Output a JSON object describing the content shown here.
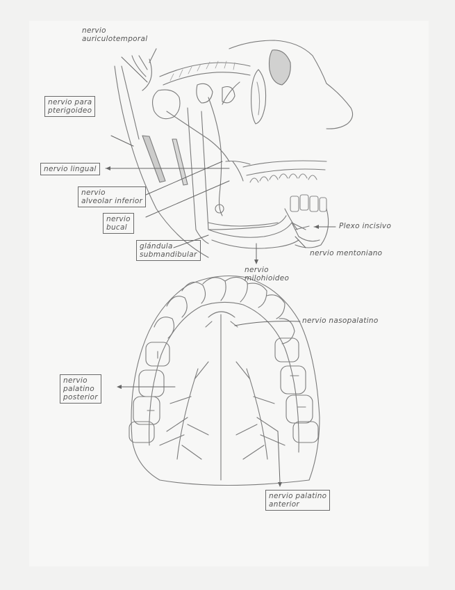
{
  "labels": {
    "auriculotemporal": "nervio\nauriculotemporal",
    "pterigoideo": "nervio para\npterigoideo",
    "lingual": "nervio lingual",
    "alveolar_inferior": "nervio\nalveolar inferior",
    "bucal": "nervio\nbucal",
    "plexo_incisivo": "Plexo incisivo",
    "mentoniano": "nervio mentoniano",
    "glandula": "glándula\nsubmandibular",
    "milohioideo": "nervio\nmilohioideo",
    "nasopalatino": "nervio nasopalatino",
    "palatino_posterior": "nervio\npalatino\nposterior",
    "palatino_anterior": "nervio palatino\nanterior"
  }
}
